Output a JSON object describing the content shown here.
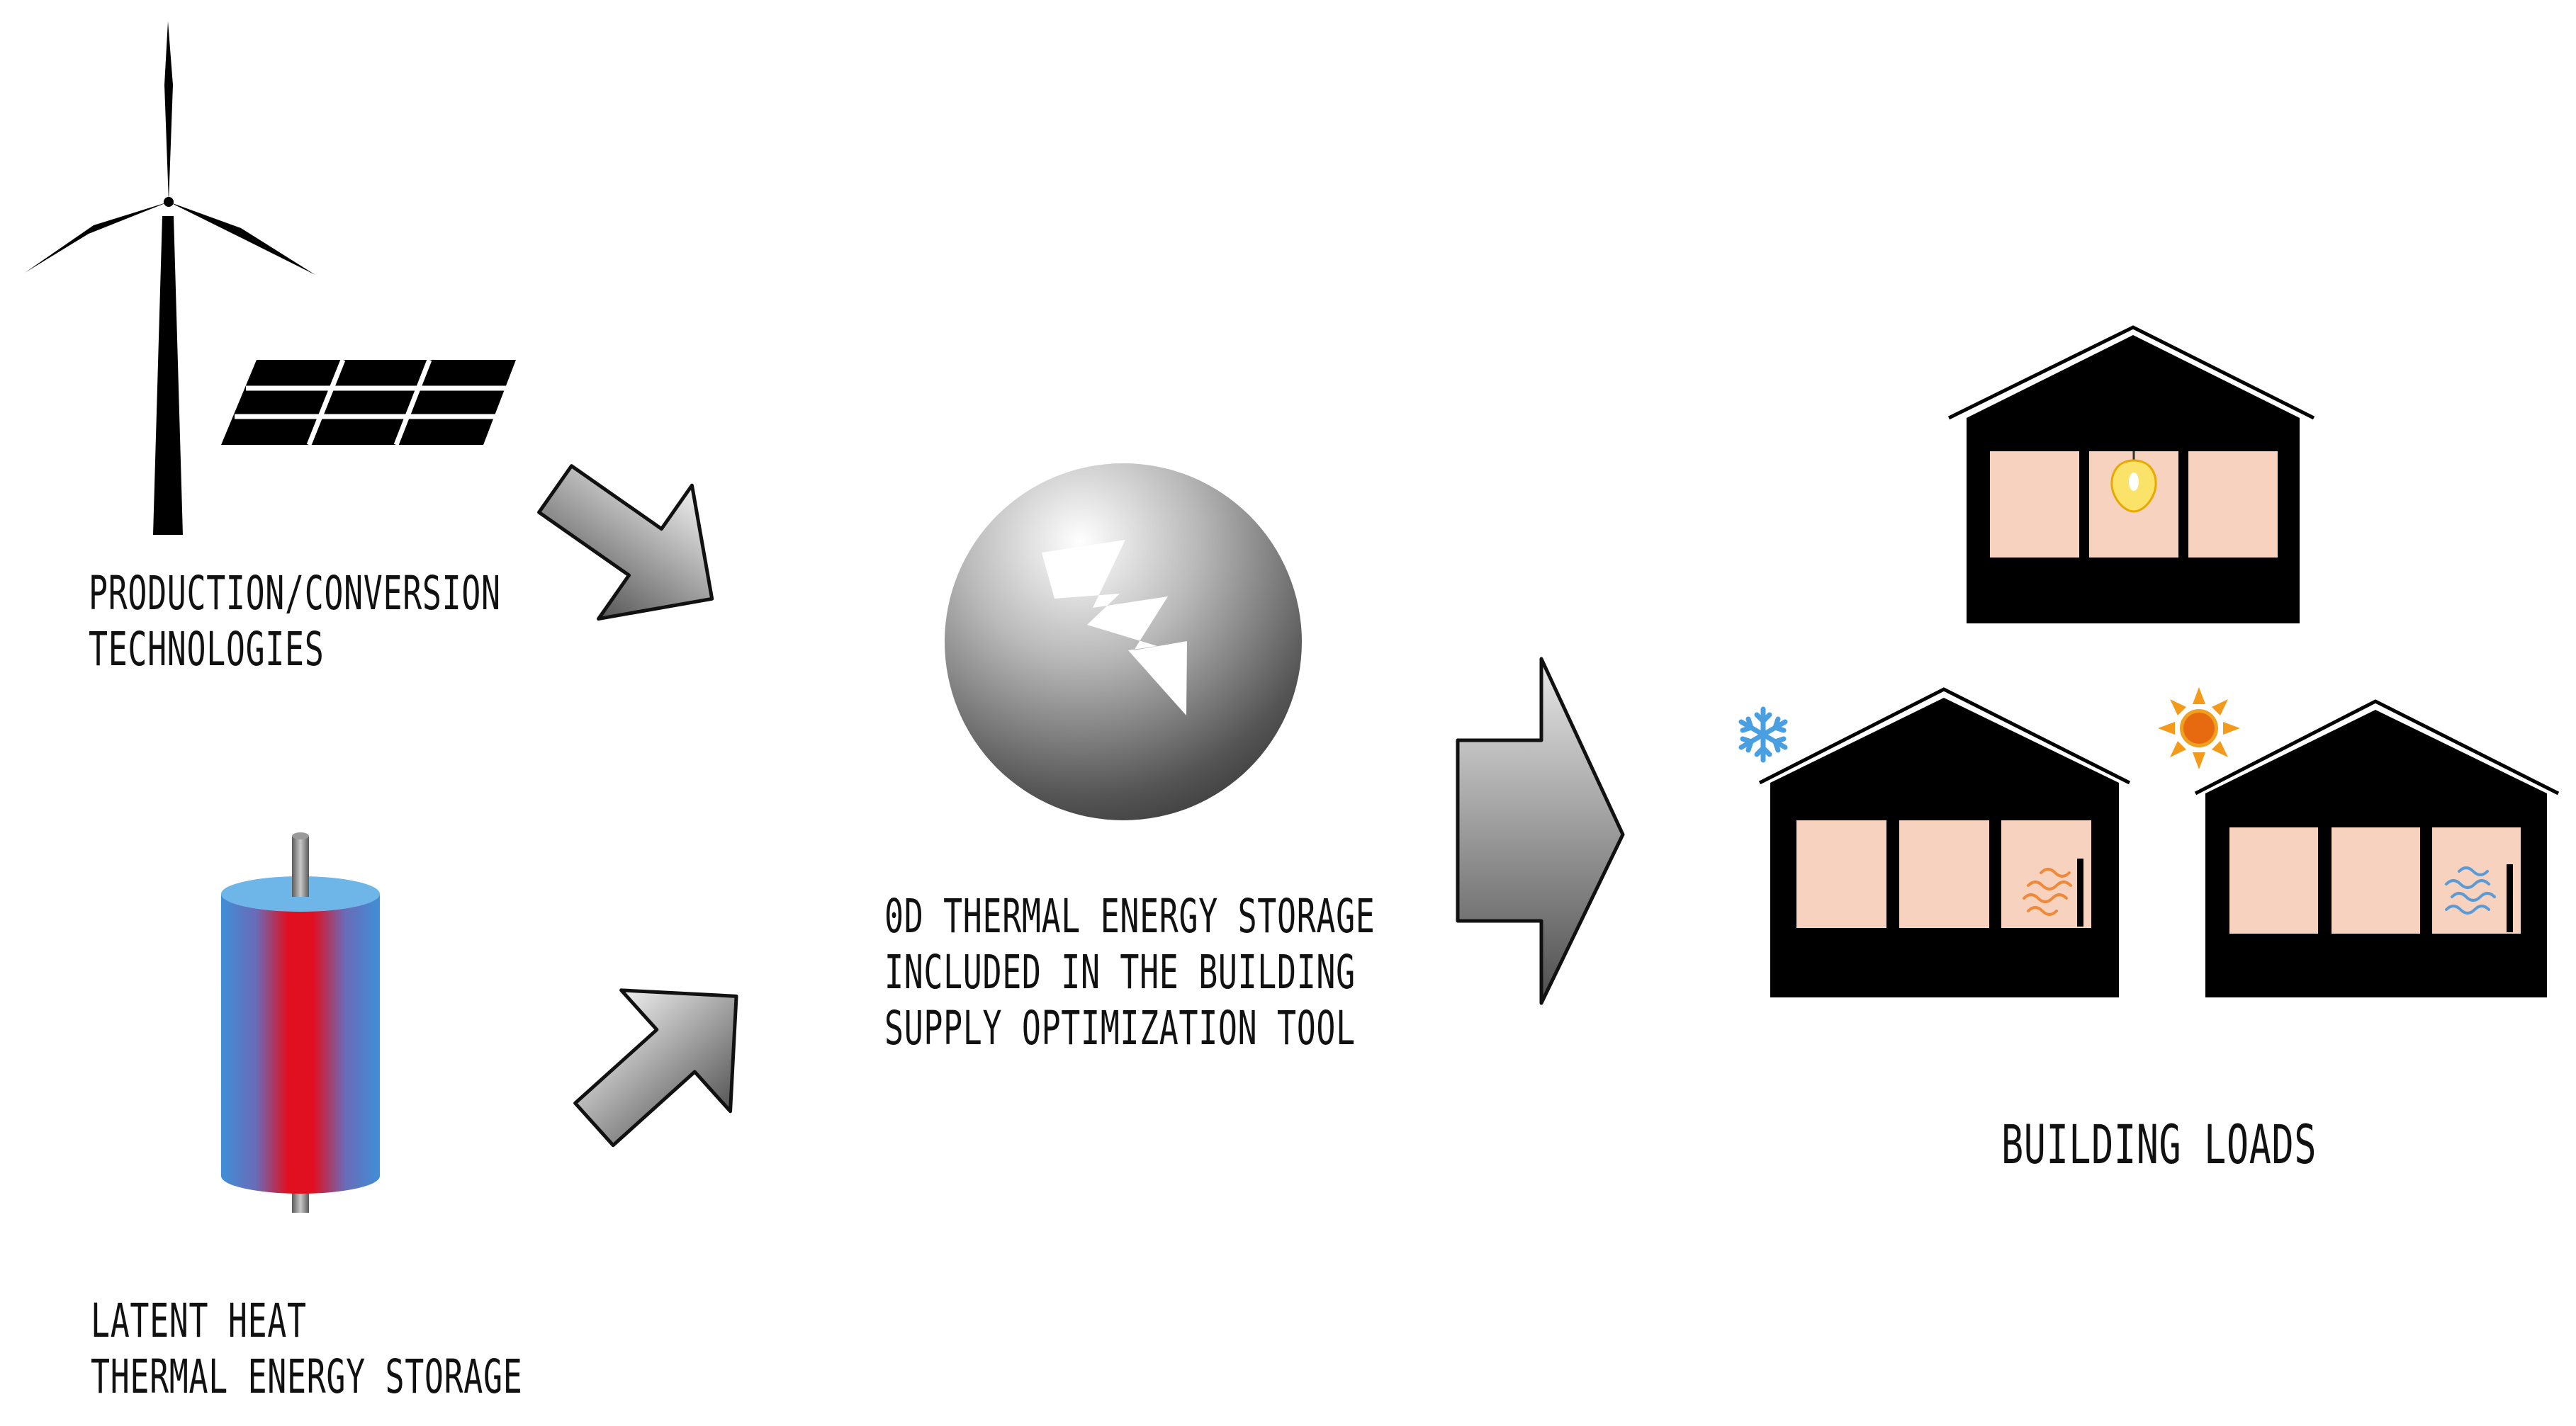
{
  "labels": {
    "production_line1": "PRODUCTION/CONVERSION",
    "production_line2": "TECHNOLOGIES",
    "latent_line1": "LATENT HEAT",
    "latent_line2": "THERMAL ENERGY STORAGE",
    "center_line1": "0D THERMAL ENERGY STORAGE",
    "center_line2": "INCLUDED IN THE BUILDING",
    "center_line3": "SUPPLY OPTIMIZATION TOOL",
    "building_loads": "BUILDING LOADS"
  },
  "colors": {
    "house": "#000000",
    "window": "#f7d2bf",
    "bulb": "#fbe36a",
    "snowflake": "#4a9fe0",
    "sun": "#f39a1b",
    "heat_waves": "#ef8a3a",
    "cold_waves": "#5b9bd5",
    "tank_blue": "#4a9fd8",
    "tank_red": "#e01020",
    "arrow_light": "#e6e6e6",
    "arrow_dark": "#5a5a5a"
  },
  "icons": {
    "wind_turbine": "wind-turbine-icon",
    "solar_panel": "solar-panel-icon",
    "storage_tank": "storage-tank-icon",
    "lightning_button": "lightning-icon",
    "snowflake": "snowflake-icon",
    "sun": "sun-icon"
  }
}
